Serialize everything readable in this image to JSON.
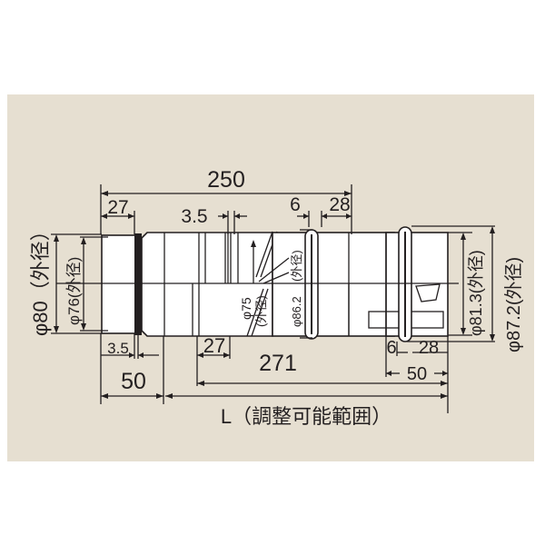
{
  "colors": {
    "background": "#ffffff",
    "panel": "#e6dfd1",
    "line": "#231f20",
    "pipe_fill": "#ffffff"
  },
  "diagram": {
    "type": "pipe-dimension-drawing",
    "dimensions": {
      "overall_length": "250",
      "left_socket": "27",
      "groove_gap": "3.5",
      "ring_width": "6",
      "right_end": "28",
      "bottom_left_groove": "3.5",
      "bottom_left_socket": "50",
      "bottom_inner_27": "27",
      "bottom_271": "271",
      "bottom_right_6": "6",
      "bottom_right_28": "28",
      "bottom_right_50": "50"
    },
    "diameters": {
      "outer_left": "φ80（外径）",
      "inner_left": "φ76(外径)",
      "middle_phi75": "φ75",
      "middle_phi75_note": "(外径)",
      "ring_phi86": "φ86.2",
      "ring_phi86_note": "(外径)",
      "right_inner": "φ81.3(外径)",
      "right_outer": "φ87.2(外径)"
    },
    "adjustable_label": "L（調整可能範囲）"
  }
}
